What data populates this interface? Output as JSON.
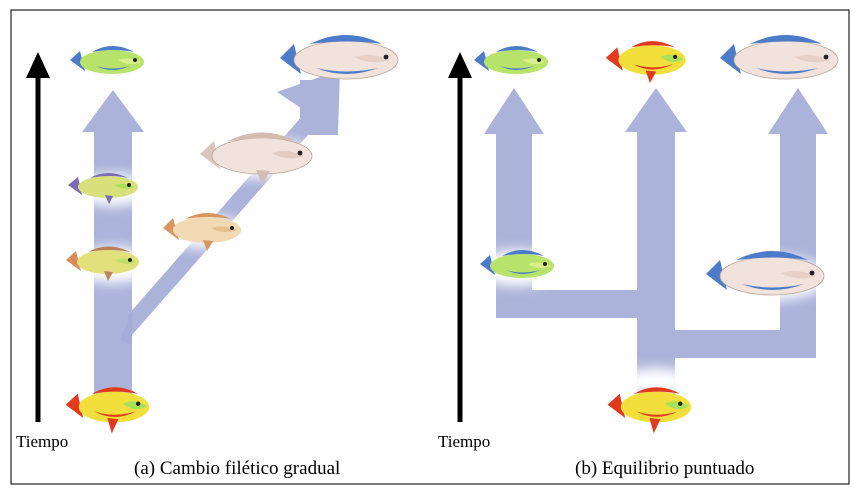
{
  "panels": [
    {
      "time_label": "Tiempo",
      "caption": "(a) Cambio filético gradual"
    },
    {
      "time_label": "Tiempo",
      "caption": "(b) Equilibrio puntuado"
    }
  ],
  "colors": {
    "branch": "#a3abd7",
    "frame": "#222222",
    "axis": "#000000",
    "fish_red": "#e23a1f",
    "fish_yellow": "#f3df3c",
    "fish_green": "#a9e05a",
    "fish_blue": "#4b7bc9",
    "fish_tan": "#e8b37e",
    "fish_purple": "#7c6db3",
    "fish_pale": "#f1e2dc"
  }
}
